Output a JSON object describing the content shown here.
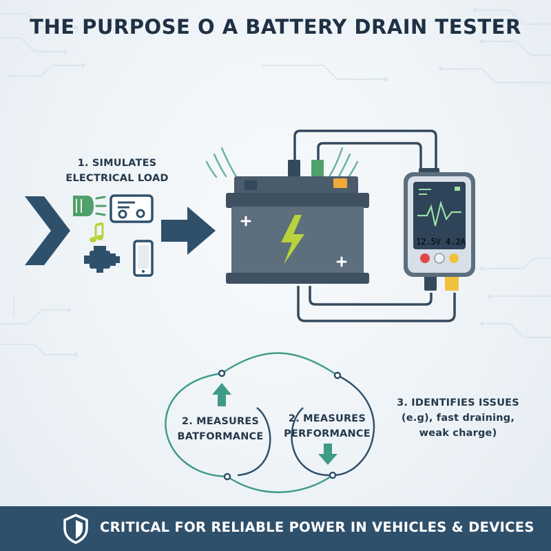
{
  "title": "THE PURPOSE O A BATTERY DRAIN TESTER",
  "step1": {
    "line1": "1. SIMULATES",
    "line2": "ELECTRICAL LOAD"
  },
  "step2_left": {
    "line1": "2. MEASURES",
    "line2": "BATFORMANCE"
  },
  "step2_right": {
    "line1": "2. MEASURES",
    "line2": "PERFORMANCE"
  },
  "step3": {
    "line1": "3. IDENTIFIES ISSUES",
    "line2": "(e.g), fast draining,",
    "line3": "weak charge)"
  },
  "meter": {
    "voltage": "12.5V",
    "current": "4.2A"
  },
  "footer": {
    "text": "CRITICAL FOR RELIABLE POWER IN VEHICLES & DEVICES"
  },
  "colors": {
    "navy": "#2f506b",
    "slate": "#566b7e",
    "teal": "#3f9b87",
    "lime": "#b9d43a",
    "battery_body": "#5d6e7d",
    "terminal_green": "#4fa06a",
    "terminal_orange": "#f0a93b",
    "meter_red": "#e04848",
    "meter_yellow": "#f0c23c"
  },
  "icons": [
    "chevron-right-icon",
    "headlight-icon",
    "radio-icon",
    "music-note-icon",
    "engine-icon",
    "smartphone-icon",
    "arrow-right-icon",
    "battery-icon",
    "lightning-icon",
    "multimeter-icon",
    "arrow-up-icon",
    "arrow-down-icon",
    "shield-check-icon"
  ]
}
